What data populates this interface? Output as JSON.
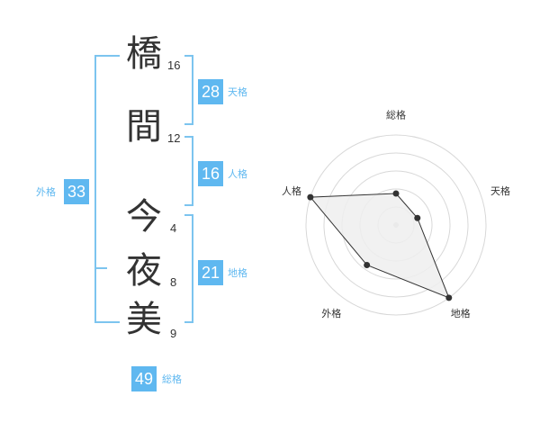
{
  "name": [
    {
      "char": "橋",
      "strokes": "16"
    },
    {
      "char": "間",
      "strokes": "12"
    },
    {
      "char": "今",
      "strokes": "4"
    },
    {
      "char": "夜",
      "strokes": "8"
    },
    {
      "char": "美",
      "strokes": "9"
    }
  ],
  "grids": {
    "tenkaku": {
      "value": "28",
      "label": "天格"
    },
    "jinkaku": {
      "value": "16",
      "label": "人格"
    },
    "chikaku": {
      "value": "21",
      "label": "地格"
    },
    "gaikaku": {
      "value": "33",
      "label": "外格"
    },
    "soukaku": {
      "value": "49",
      "label": "総格"
    }
  },
  "radar": {
    "axes": [
      "総格",
      "天格",
      "地格",
      "外格",
      "人格"
    ],
    "levels": 5,
    "values": [
      0.35,
      0.25,
      1.0,
      0.55,
      1.0
    ],
    "colors": {
      "fill": "#efefef",
      "stroke": "#333333",
      "grid": "#d8d8d8",
      "point": "#333333"
    }
  },
  "colors": {
    "accent": "#5fb8f0",
    "bracket": "#7cc4ef"
  }
}
